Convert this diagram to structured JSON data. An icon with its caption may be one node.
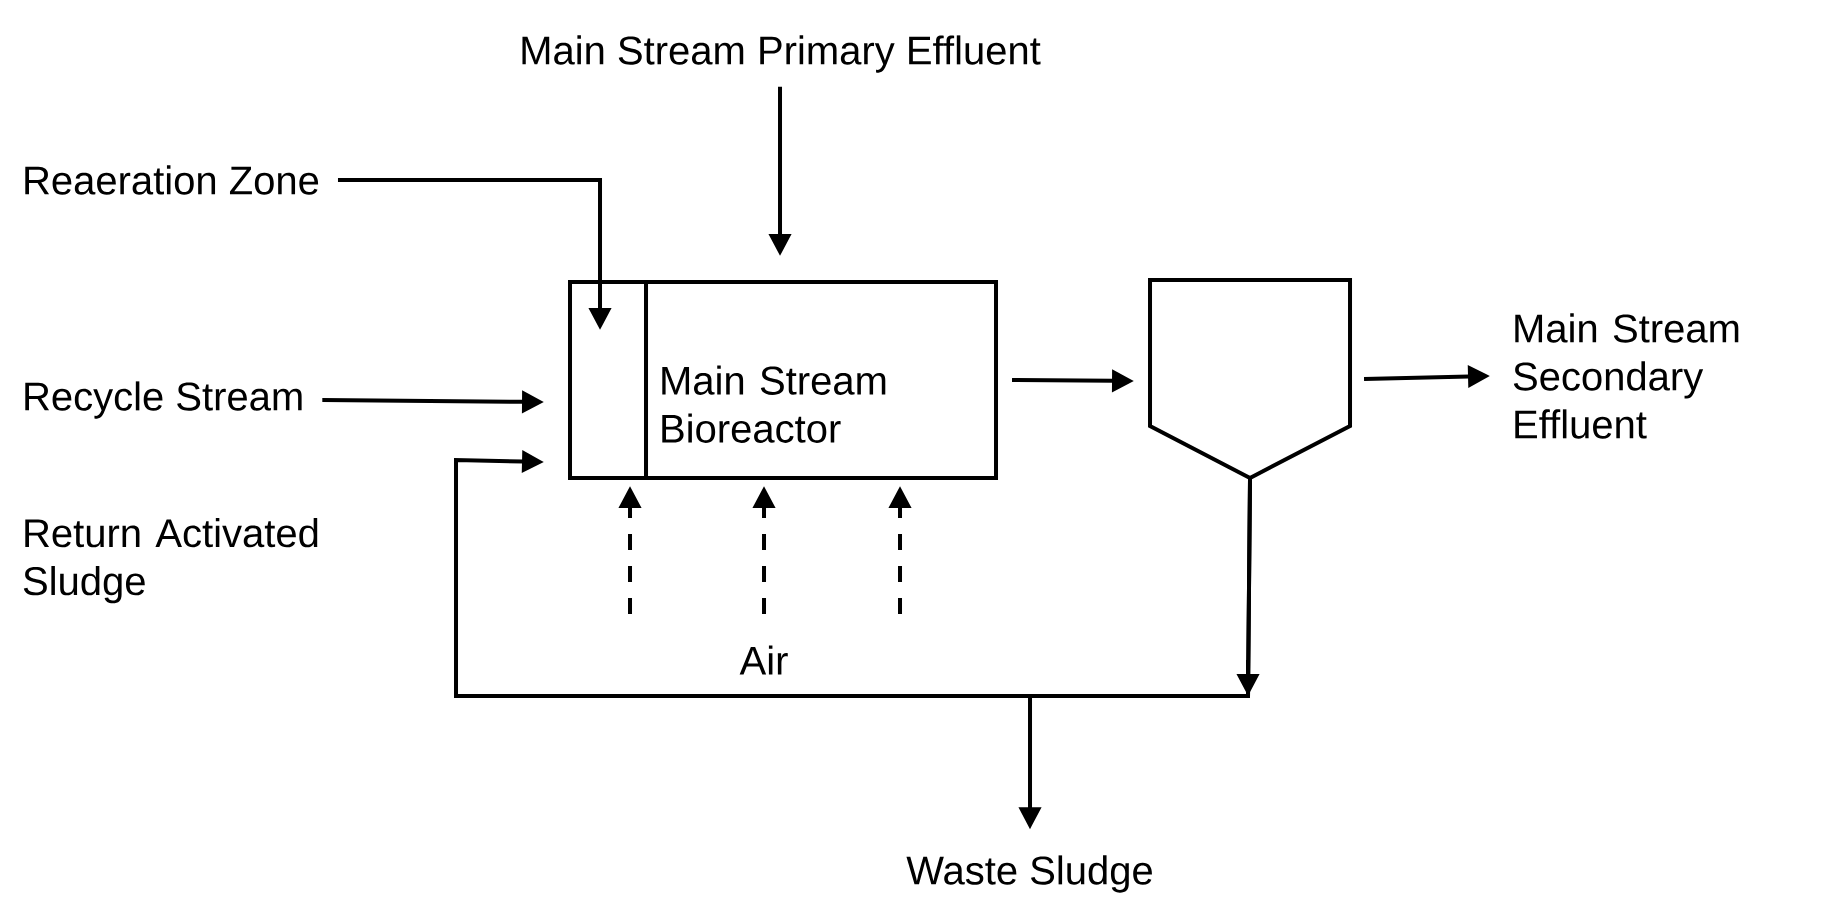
{
  "diagram": {
    "nodes": [
      {
        "text": [
          "Main Stream Primary Effluent"
        ]
      },
      {
        "text": [
          "Reaeration Zone"
        ]
      },
      {
        "text": [
          "Recycle Stream"
        ]
      },
      {
        "text": [],
        "shape": "box"
      },
      {
        "text": [
          "Main Stream Bioreactor"
        ]
      },
      {
        "text": [],
        "shape": "tank"
      },
      {
        "text": [
          "Main Stream Secondary Effluent"
        ]
      },
      {
        "text": [
          "Waste Sludge"
        ]
      }
    ],
    "edges": [
      {
        "from": 0,
        "to": 4,
        "arrow": "to"
      },
      {
        "from": 1,
        "to": 3,
        "arrow": "to"
      },
      {
        "from": 2,
        "to": 3,
        "arrow": "to"
      },
      {
        "from": 4,
        "to": 5,
        "arrow": "to"
      },
      {
        "from": 5,
        "to": 6,
        "arrow": "to"
      },
      {
        "from": 5,
        "to": 3,
        "arrow": "to",
        "label": "Return Activated Sludge"
      },
      {
        "from": 5,
        "to": 7,
        "arrow": "to"
      },
      {
        "from": null,
        "to": 3,
        "arrow": "to",
        "style": "dashed"
      },
      {
        "from": null,
        "to": 4,
        "arrow": "to",
        "style": "dashed"
      },
      {
        "from": null,
        "to": 4,
        "arrow": "to",
        "style": "dashed"
      }
    ],
    "labels": [
      "Air"
    ]
  }
}
